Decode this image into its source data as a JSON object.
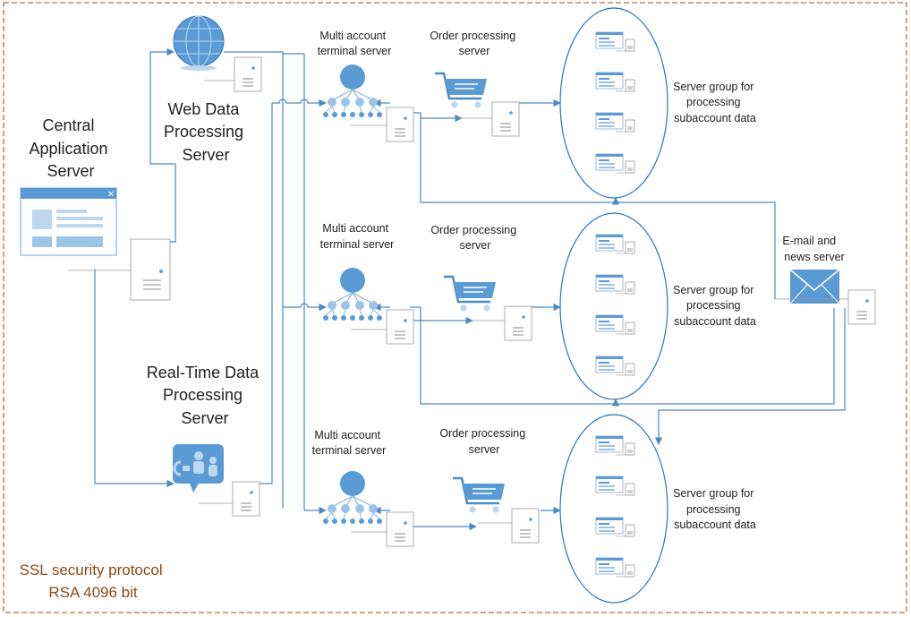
{
  "colors": {
    "line": "#4a8bc2",
    "border": "#b4733c",
    "ssl_text": "#8a4a17",
    "icon_fill": "#5b9bd5",
    "icon_light": "#bdd7ee"
  },
  "labels": {
    "central_server": [
      "Central",
      "Application",
      "Server"
    ],
    "web_server": [
      "Web Data",
      "Processing",
      "Server"
    ],
    "realtime_server": [
      "Real-Time Data",
      "Processing",
      "Server"
    ],
    "email_server": [
      "E-mail and",
      "news server"
    ],
    "ssl": [
      "SSL security protocol",
      "RSA 4096 bit"
    ]
  },
  "rows": [
    {
      "terminal_label": [
        "Multi account",
        "terminal server"
      ],
      "order_label": [
        "Order processing",
        "server"
      ],
      "group_label": [
        "Server group for",
        "processing",
        "subaccount data"
      ]
    },
    {
      "terminal_label": [
        "Multi account",
        "terminal server"
      ],
      "order_label": [
        "Order processing",
        "server"
      ],
      "group_label": [
        "Server group for",
        "processing",
        "subaccount data"
      ]
    },
    {
      "terminal_label": [
        "Multi account",
        "terminal server"
      ],
      "order_label": [
        "Order processing",
        "server"
      ],
      "group_label": [
        "Server group for",
        "processing",
        "subaccount data"
      ]
    }
  ],
  "icons": [
    "globe-icon",
    "application-window-icon",
    "video-conference-icon",
    "envelope-icon",
    "shopping-cart-icon",
    "network-hierarchy-icon",
    "server-tower-icon"
  ]
}
